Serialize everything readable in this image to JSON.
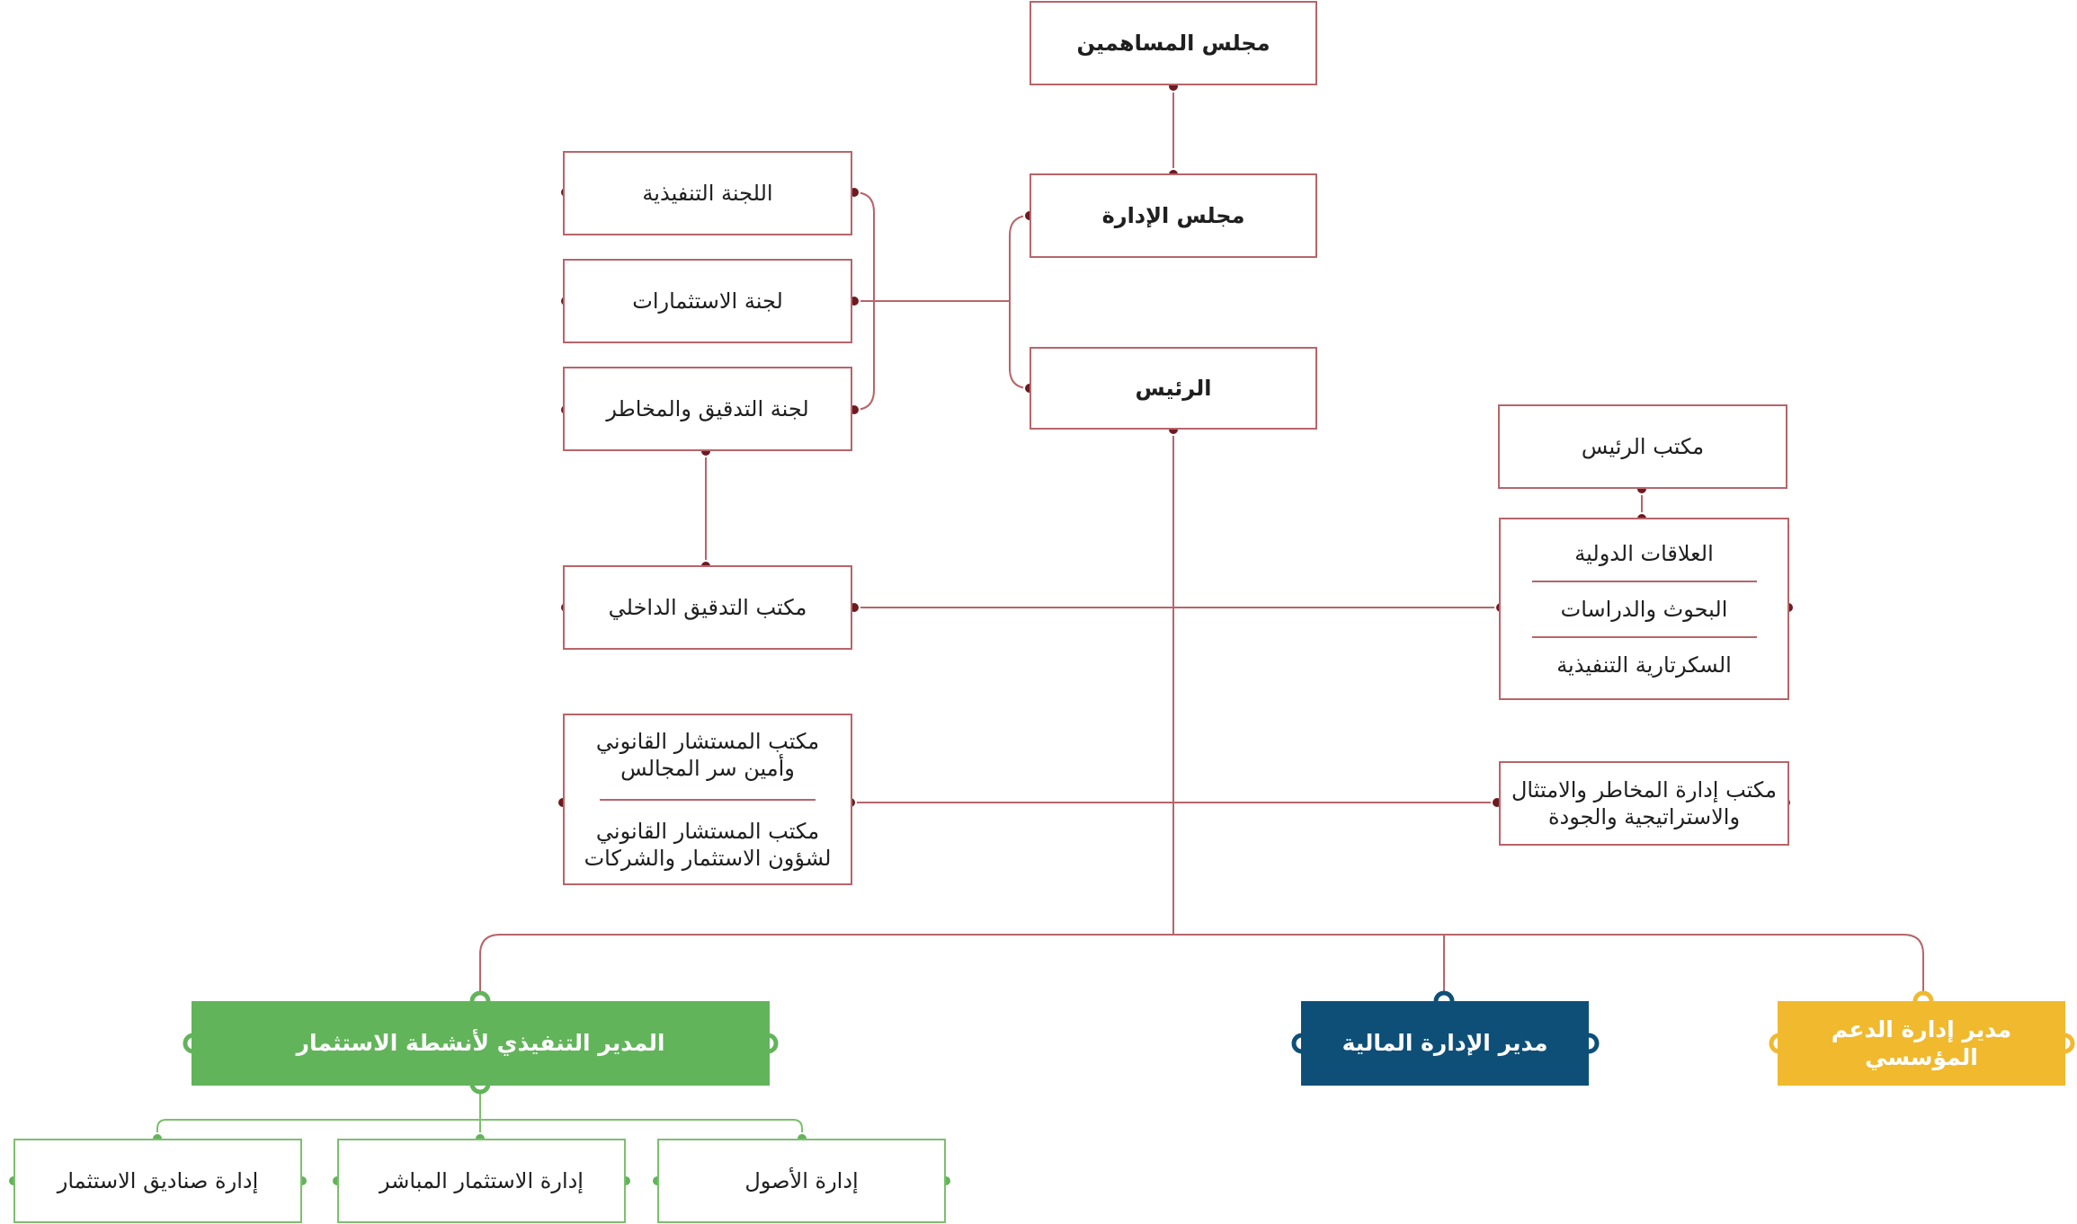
{
  "colors": {
    "maroon_line": "#b7656a",
    "maroon_dot": "#6e1a21",
    "green": "#62b45a",
    "navy": "#0e4f78",
    "amber": "#f0b92e"
  },
  "nodes": {
    "shareholders": "مجلس المساهمين",
    "board": "مجلس الإدارة",
    "ceo": "الرئيس",
    "executive_committee": "اللجنة التنفيذية",
    "investment_committee": "لجنة الاستثمارات",
    "audit_risk_committee": "لجنة التدقيق والمخاطر",
    "internal_audit": "مكتب التدقيق الداخلي",
    "ceo_office": "مكتب الرئيس",
    "ceo_units": {
      "international_relations": "العلاقات الدولية",
      "research_studies": "البحوث والدراسات",
      "executive_secretariat": "السكرتارية التنفيذية"
    },
    "legal": {
      "legal_board_line1": "مكتب المستشار القانوني",
      "legal_board_line2": "وأمين سر المجالس",
      "legal_invest_line1": "مكتب المستشار القانوني",
      "legal_invest_line2": "لشؤون الاستثمار والشركات"
    },
    "risk_office_line1": "مكتب إدارة المخاطر والامتثال",
    "risk_office_line2": "والاستراتيجية والجودة",
    "investment_ceo": "المدير التنفيذي لأنشطة الاستثمار",
    "finance_director": "مدير الإدارة المالية",
    "support_director": "مدير إدارة الدعم المؤسسي",
    "funds_mgmt": "إدارة صناديق الاستثمار",
    "direct_investment": "إدارة الاستثمار المباشر",
    "assets_mgmt": "إدارة الأصول"
  }
}
